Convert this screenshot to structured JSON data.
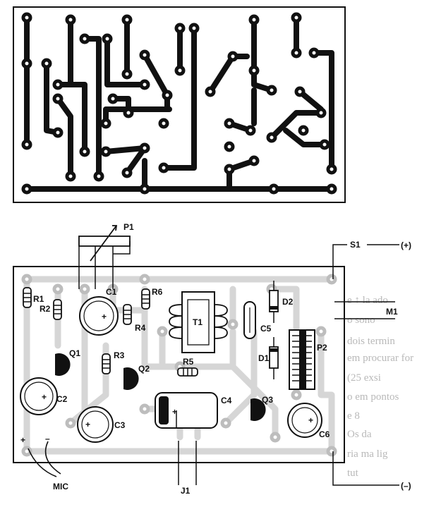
{
  "components": {
    "r1": "R1",
    "r2": "R2",
    "r3": "R3",
    "r4": "R4",
    "r5": "R5",
    "r6": "R6",
    "c1": "C1",
    "c2": "C2",
    "c3": "C3",
    "c4": "C4",
    "c5": "C5",
    "c6": "C6",
    "q1": "Q1",
    "q2": "Q2",
    "q3": "Q3",
    "d1": "D1",
    "d2": "D2",
    "t1": "T1",
    "p1": "P1",
    "p2": "P2"
  },
  "connections": {
    "s1": "S1",
    "m1": "M1",
    "j1": "J1",
    "mic": "MIC",
    "plus_supply": "(+)",
    "minus_supply": "(–)",
    "plus_sign": "+",
    "minus_sign": "–"
  },
  "bleed_text": [
    "e ↑ la   ado",
    "o  sono",
    "dois  termin",
    "em  procurar  for",
    "(25  exsi",
    "o  em  pontos",
    "e  8",
    "Os   da",
    "ria  ma  lig",
    "  tut"
  ],
  "colors": {
    "ink": "#111111",
    "track": "#d6d6d6",
    "background": "#ffffff"
  }
}
